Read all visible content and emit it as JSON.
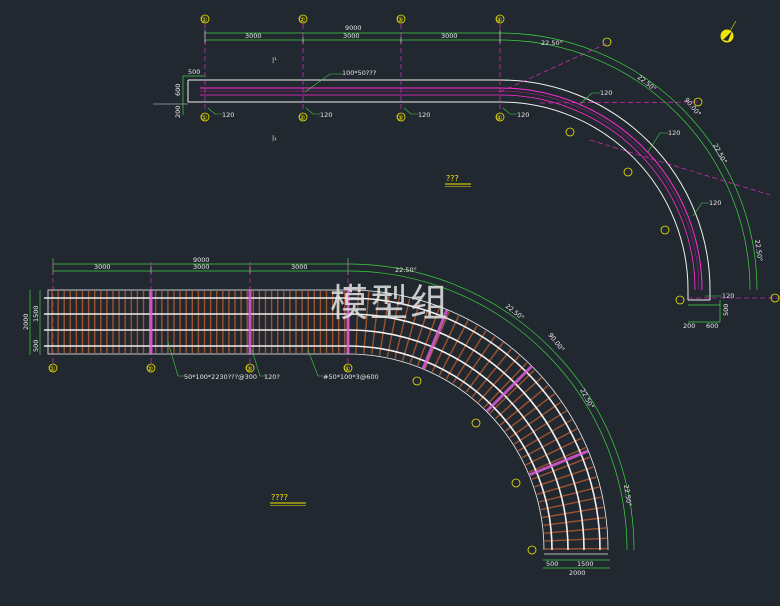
{
  "watermark": "模型组",
  "plan_top": {
    "title": "???",
    "total_dim": "9000",
    "seg_dims": [
      "3000",
      "3000",
      "3000"
    ],
    "axis_labels": [
      "①",
      "②",
      "③",
      "④"
    ],
    "arc_angle": "22.50°",
    "arc_angle_alt": "90.00°",
    "left_dims": [
      "500",
      "600",
      "200"
    ],
    "member_note": "100*50???",
    "member_tag": "120",
    "section_mark_top": "|¹",
    "section_mark_bottom": "|₁",
    "bottom_dims": [
      "200",
      "600",
      "500"
    ]
  },
  "plan_bottom": {
    "title": "????",
    "total_dim": "9000",
    "seg_dims": [
      "3000",
      "3000",
      "3000"
    ],
    "axis_labels": [
      "①",
      "②",
      "③",
      "④"
    ],
    "arc_angle": "22.50°",
    "arc_angle_alt": "90.00°",
    "left_dims": [
      "2000",
      "1500",
      "500"
    ],
    "note_slats": "50*100*2230???@300",
    "note_tag": "120?",
    "note_beam": "#50*100*3@600",
    "bottom_dims": [
      "500",
      "1500",
      "2000"
    ]
  },
  "colors": {
    "background": "#212830",
    "outline": "#f0f0f0",
    "dimension": "#3fd43f",
    "axis": "#ff2bd6",
    "callout": "#f2e600",
    "wood": "#a0522d"
  },
  "icons": [
    "north-arrow-icon"
  ]
}
